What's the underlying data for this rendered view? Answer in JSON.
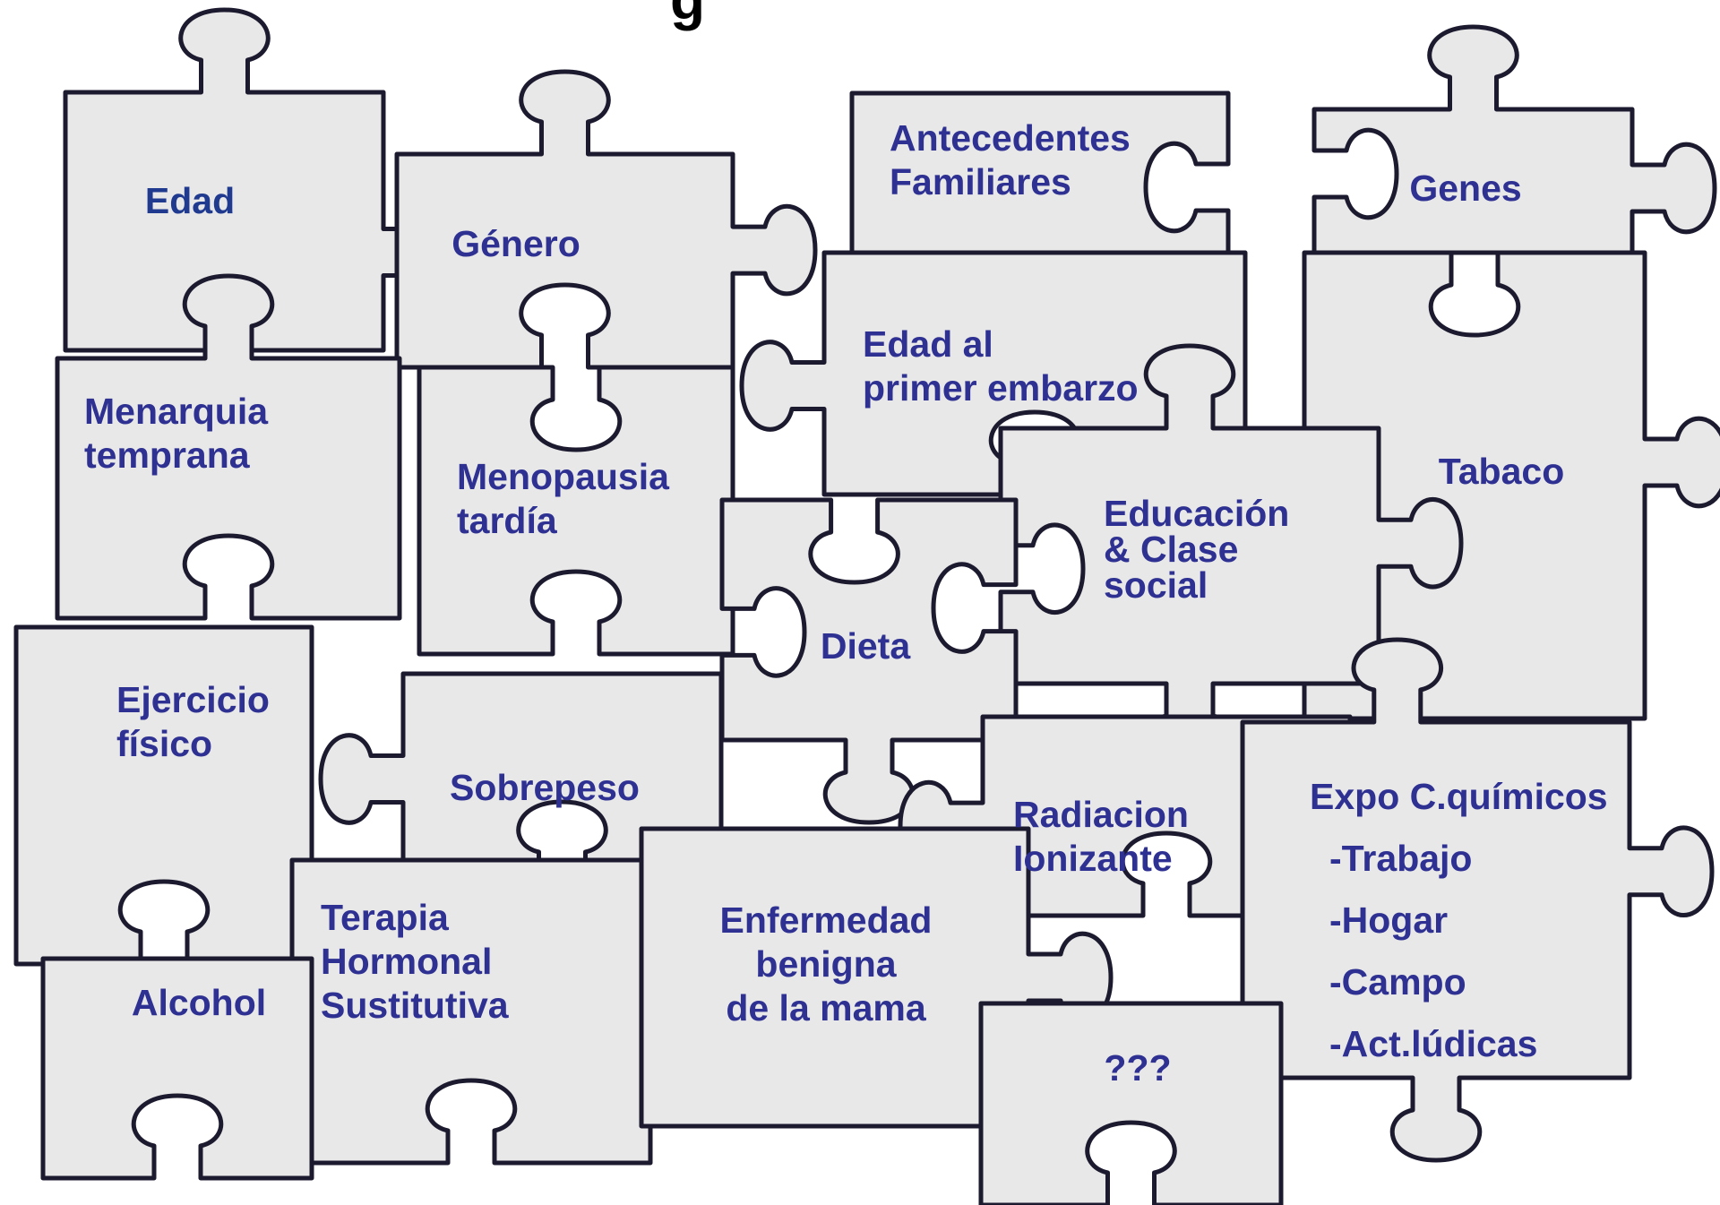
{
  "palette": {
    "piece_fill": "#e8e8e8",
    "piece_stroke": "#1c1a2e",
    "text": "#2e3192",
    "text_dark": "#1f3a8f"
  },
  "title_fragment": "g",
  "pieces": [
    {
      "id": "edad",
      "lines": [
        "Edad"
      ]
    },
    {
      "id": "genero",
      "lines": [
        "Género"
      ]
    },
    {
      "id": "antecedentes",
      "lines": [
        "Antecedentes",
        "Familiares"
      ]
    },
    {
      "id": "genes",
      "lines": [
        "Genes"
      ]
    },
    {
      "id": "edad-embarazo",
      "lines": [
        "Edad al",
        "primer embarzo"
      ]
    },
    {
      "id": "menarquia",
      "lines": [
        "Menarquia",
        "temprana"
      ]
    },
    {
      "id": "menopausia",
      "lines": [
        "Menopausia",
        "tardía"
      ]
    },
    {
      "id": "tabaco",
      "lines": [
        "Tabaco"
      ]
    },
    {
      "id": "educacion",
      "lines": [
        "Educación",
        "& Clase",
        "social"
      ]
    },
    {
      "id": "dieta",
      "lines": [
        "Dieta"
      ]
    },
    {
      "id": "ejercicio",
      "lines": [
        "Ejercicio",
        "físico"
      ]
    },
    {
      "id": "sobrepeso",
      "lines": [
        "Sobrepeso"
      ]
    },
    {
      "id": "radiacion",
      "lines": [
        "Radiacion",
        "Ionizante"
      ]
    },
    {
      "id": "expo",
      "lines": [
        "Expo C.químicos",
        "-Trabajo",
        "-Hogar",
        "-Campo",
        "-Act.lúdicas"
      ]
    },
    {
      "id": "terapia",
      "lines": [
        "Terapia",
        "Hormonal",
        "Sustitutiva"
      ]
    },
    {
      "id": "alcohol",
      "lines": [
        "Alcohol"
      ]
    },
    {
      "id": "enfermedad",
      "lines": [
        "Enfermedad",
        "benigna",
        "de la mama"
      ]
    },
    {
      "id": "desconocido",
      "lines": [
        "???"
      ]
    }
  ]
}
